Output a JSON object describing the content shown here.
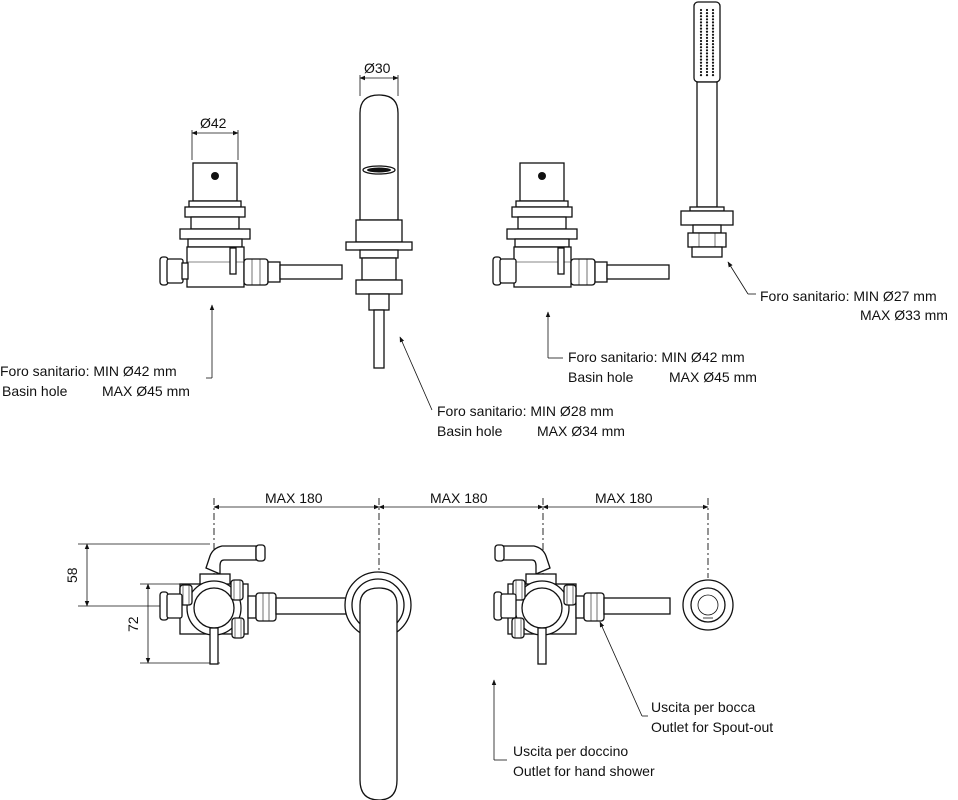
{
  "dimensions": {
    "diameter_42": "Ø42",
    "diameter_30": "Ø30",
    "spacing_1": "MAX 180",
    "spacing_2": "MAX 180",
    "spacing_3": "MAX 180",
    "height_58": "58",
    "height_72": "72"
  },
  "notes": {
    "left_valve": {
      "line1": "Foro sanitario: MIN Ø42 mm",
      "line2_label": "Basin hole",
      "line2_value": "MAX Ø45 mm"
    },
    "spout": {
      "line1": "Foro sanitario: MIN Ø28 mm",
      "line2_label": "Basin hole",
      "line2_value": "MAX Ø34 mm"
    },
    "right_valve": {
      "line1": "Foro sanitario: MIN Ø42 mm",
      "line2_label": "Basin hole",
      "line2_value": "MAX Ø45 mm"
    },
    "hand_shower": {
      "line1": "Foro sanitario: MIN Ø27 mm",
      "line2": "MAX Ø33 mm"
    },
    "outlet_spout": {
      "line1": "Uscita per bocca",
      "line2": "Outlet for Spout-out"
    },
    "outlet_hand_shower": {
      "line1": "Uscita per doccino",
      "line2": "Outlet for hand shower"
    }
  }
}
